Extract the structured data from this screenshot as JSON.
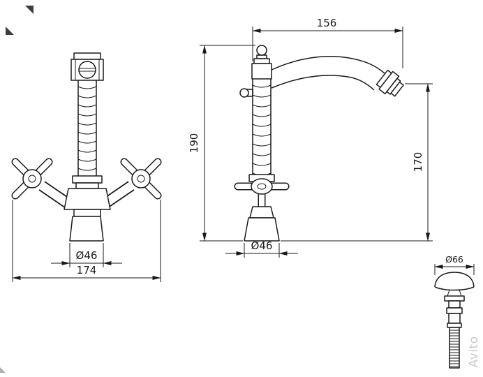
{
  "drawing": {
    "front_view": {
      "diameter_label": "Ø46",
      "width_label": "174"
    },
    "side_view": {
      "top_width_label": "156",
      "total_height_label": "190",
      "spout_height_label": "170",
      "diameter_label": "Ø46"
    },
    "drain_view": {
      "diameter_label": "Ø66"
    }
  },
  "watermark": {
    "text": "Avito"
  },
  "colors": {
    "line": "#1a1a1a",
    "background": "#ffffff",
    "watermark": "#c9c9c9"
  }
}
